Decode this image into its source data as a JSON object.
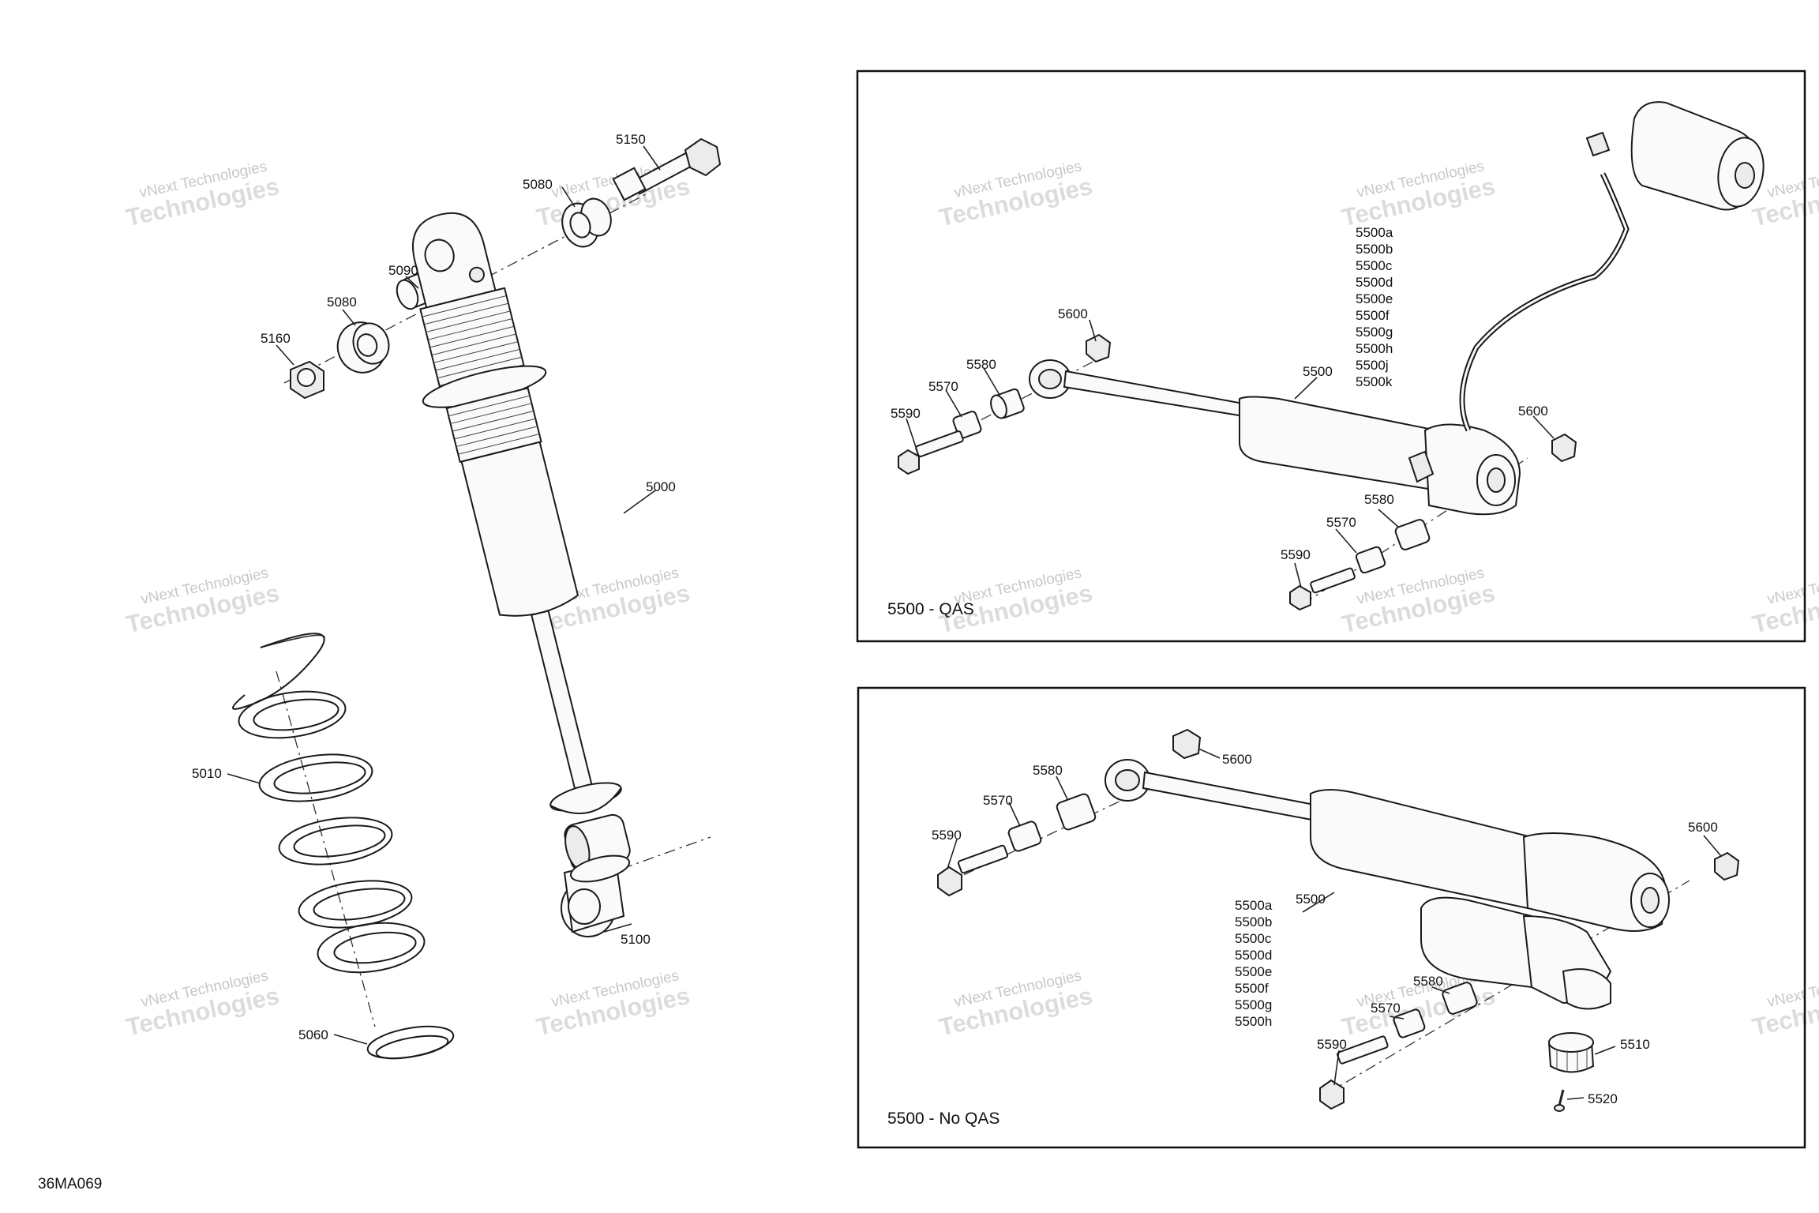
{
  "diagram_code": "36MA069",
  "watermark": {
    "line1": "vNext Technologies",
    "line2": "Technologies"
  },
  "main_labels": {
    "l5150": "5150",
    "l5080a": "5080",
    "l5090": "5090",
    "l5080b": "5080",
    "l5160": "5160",
    "l5000": "5000",
    "l5010": "5010",
    "l5100": "5100",
    "l5060": "5060"
  },
  "qas_panel": {
    "title": "5500 - QAS",
    "variants": [
      "5500a",
      "5500b",
      "5500c",
      "5500d",
      "5500e",
      "5500f",
      "5500g",
      "5500h",
      "5500j",
      "5500k"
    ],
    "labels": {
      "l5600a": "5600",
      "l5580a": "5580",
      "l5570a": "5570",
      "l5590a": "5590",
      "l5500": "5500",
      "l5600b": "5600",
      "l5580b": "5580",
      "l5570b": "5570",
      "l5590b": "5590"
    }
  },
  "noqas_panel": {
    "title": "5500 - No QAS",
    "variants": [
      "5500a",
      "5500b",
      "5500c",
      "5500d",
      "5500e",
      "5500f",
      "5500g",
      "5500h"
    ],
    "labels": {
      "l5600a": "5600",
      "l5580a": "5580",
      "l5570a": "5570",
      "l5590a": "5590",
      "l5500": "5500",
      "l5600b": "5600",
      "l5580b": "5580",
      "l5570b": "5570",
      "l5590b": "5590",
      "l5510": "5510",
      "l5520": "5520"
    }
  }
}
